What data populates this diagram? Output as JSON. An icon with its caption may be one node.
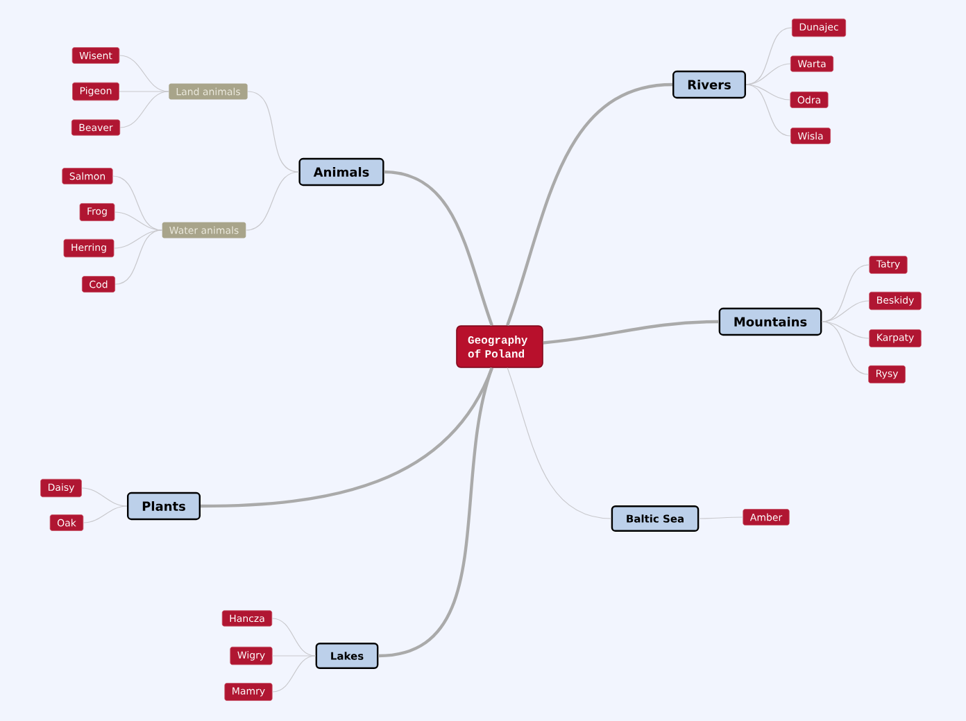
{
  "diagram": {
    "nodes": [
      {
        "text": [
          "Geography of Poland"
        ]
      },
      {
        "text": [
          "Animals"
        ]
      },
      {
        "text": [
          "Land animals"
        ]
      },
      {
        "text": [
          "Wisent"
        ]
      },
      {
        "text": [
          "Pigeon"
        ]
      },
      {
        "text": [
          "Beaver"
        ]
      },
      {
        "text": [
          "Water animals"
        ]
      },
      {
        "text": [
          "Salmon"
        ]
      },
      {
        "text": [
          "Frog"
        ]
      },
      {
        "text": [
          "Herring"
        ]
      },
      {
        "text": [
          "Cod"
        ]
      },
      {
        "text": [
          "Rivers"
        ]
      },
      {
        "text": [
          "Dunajec"
        ]
      },
      {
        "text": [
          "Warta"
        ]
      },
      {
        "text": [
          "Odra"
        ]
      },
      {
        "text": [
          "Wisla"
        ]
      },
      {
        "text": [
          "Mountains"
        ]
      },
      {
        "text": [
          "Tatry"
        ]
      },
      {
        "text": [
          "Beskidy"
        ]
      },
      {
        "text": [
          "Karpaty"
        ]
      },
      {
        "text": [
          "Rysy"
        ]
      },
      {
        "text": [
          "Plants"
        ]
      },
      {
        "text": [
          "Daisy"
        ]
      },
      {
        "text": [
          "Oak"
        ]
      },
      {
        "text": [
          "Lakes"
        ]
      },
      {
        "text": [
          "Hancza"
        ]
      },
      {
        "text": [
          "Wigry"
        ]
      },
      {
        "text": [
          "Mamry"
        ]
      },
      {
        "text": [
          "Baltic Sea"
        ]
      },
      {
        "text": [
          "Amber"
        ]
      }
    ],
    "edges": [
      {
        "from": 0,
        "to": 1,
        "arrow": "none",
        "style": "thick"
      },
      {
        "from": 1,
        "to": 2,
        "arrow": "none"
      },
      {
        "from": 2,
        "to": 3,
        "arrow": "none"
      },
      {
        "from": 2,
        "to": 4,
        "arrow": "none"
      },
      {
        "from": 2,
        "to": 5,
        "arrow": "none"
      },
      {
        "from": 1,
        "to": 6,
        "arrow": "none"
      },
      {
        "from": 6,
        "to": 7,
        "arrow": "none"
      },
      {
        "from": 6,
        "to": 8,
        "arrow": "none"
      },
      {
        "from": 6,
        "to": 9,
        "arrow": "none"
      },
      {
        "from": 6,
        "to": 10,
        "arrow": "none"
      },
      {
        "from": 0,
        "to": 11,
        "arrow": "none",
        "style": "thick"
      },
      {
        "from": 11,
        "to": 12,
        "arrow": "none"
      },
      {
        "from": 11,
        "to": 13,
        "arrow": "none"
      },
      {
        "from": 11,
        "to": 14,
        "arrow": "none"
      },
      {
        "from": 11,
        "to": 15,
        "arrow": "none"
      },
      {
        "from": 0,
        "to": 16,
        "arrow": "none",
        "style": "thick"
      },
      {
        "from": 16,
        "to": 17,
        "arrow": "none"
      },
      {
        "from": 16,
        "to": 18,
        "arrow": "none"
      },
      {
        "from": 16,
        "to": 19,
        "arrow": "none"
      },
      {
        "from": 16,
        "to": 20,
        "arrow": "none"
      },
      {
        "from": 0,
        "to": 21,
        "arrow": "none",
        "style": "thick"
      },
      {
        "from": 21,
        "to": 22,
        "arrow": "none"
      },
      {
        "from": 21,
        "to": 23,
        "arrow": "none"
      },
      {
        "from": 0,
        "to": 24,
        "arrow": "none",
        "style": "thick"
      },
      {
        "from": 24,
        "to": 25,
        "arrow": "none"
      },
      {
        "from": 24,
        "to": 26,
        "arrow": "none"
      },
      {
        "from": 24,
        "to": 27,
        "arrow": "none"
      },
      {
        "from": 0,
        "to": 28,
        "arrow": "none"
      },
      {
        "from": 28,
        "to": 29,
        "arrow": "none"
      }
    ]
  }
}
